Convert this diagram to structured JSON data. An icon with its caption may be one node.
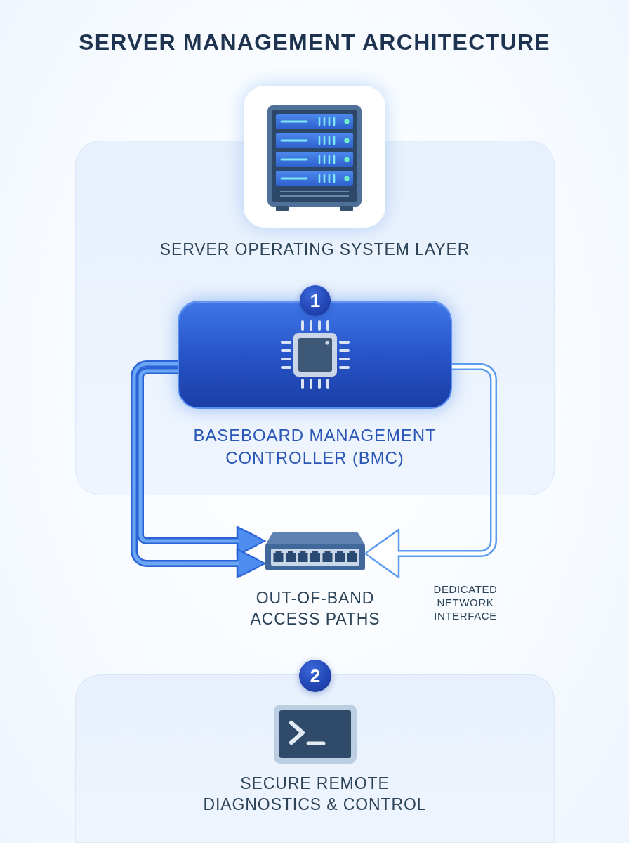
{
  "diagram": {
    "title": "SERVER MANAGEMENT ARCHITECTURE",
    "nodes": [
      {
        "text": [
          "SERVER OPERATING SYSTEM LAYER"
        ]
      },
      {
        "text": [
          "BASEBOARD MANAGEMENT CONTROLLER (BMC)"
        ],
        "in": 0
      },
      {
        "text": [],
        "shape": "picture",
        "beside": [
          "OUT-OF-BAND ACCESS PATHS"
        ]
      },
      {
        "text": [
          "SECURE REMOTE DIAGNOSTICS & CONTROL"
        ]
      }
    ],
    "edges": [
      {
        "from": 1,
        "to": 2,
        "arrow": "to"
      },
      {
        "from": 1,
        "to": 2,
        "arrow": "to"
      },
      {
        "from": 1,
        "to": 2,
        "arrow": "to",
        "color": "#5a9cf0",
        "label": "DEDICATED NETWORK INTERFACE"
      }
    ],
    "labels": [
      "1",
      "2"
    ]
  }
}
